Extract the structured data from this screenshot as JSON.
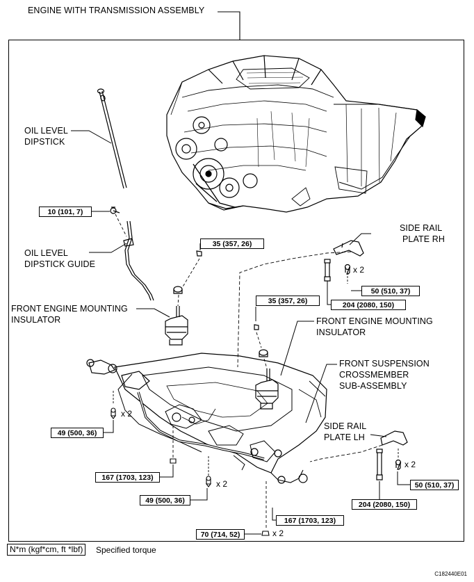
{
  "labels": {
    "engine_assembly": "ENGINE WITH TRANSMISSION ASSEMBLY",
    "oil_dipstick_1": "OIL LEVEL",
    "oil_dipstick_2": "DIPSTICK",
    "dipstick_guide_1": "OIL LEVEL",
    "dipstick_guide_2": "DIPSTICK GUIDE",
    "side_rail_rh_1": "SIDE RAIL",
    "side_rail_rh_2": "PLATE RH",
    "front_mount_left_1": "FRONT ENGINE MOUNTING",
    "front_mount_left_2": "INSULATOR",
    "front_mount_right_1": "FRONT ENGINE MOUNTING",
    "front_mount_right_2": "INSULATOR",
    "crossmember_1": "FRONT SUSPENSION",
    "crossmember_2": "CROSSMEMBER",
    "crossmember_3": "SUB-ASSEMBLY",
    "side_rail_lh_1": "SIDE RAIL",
    "side_rail_lh_2": "PLATE LH"
  },
  "torques": {
    "dipstick_guide_bolt": "10 (101, 7)",
    "left_mount_nut": "35 (357, 26)",
    "right_mount_nut": "35 (357, 26)",
    "rh_plate_bolt": "50 (510, 37)",
    "rh_plate_big_bolt": "204 (2080, 150)",
    "left_bolt_49a": "49 (500, 36)",
    "left_bolt_167": "167 (1703, 123)",
    "left_bolt_49b": "49 (500, 36)",
    "right_bolt_167": "167 (1703, 123)",
    "bottom_nut_70": "70 (714, 52)",
    "lh_plate_bolt": "50 (510, 37)",
    "lh_plate_big_bolt": "204 (2080, 150)"
  },
  "multipliers": {
    "rh_plate": "x 2",
    "left_49a": "x 2",
    "left_49b": "x 2",
    "bottom_70": "x 2",
    "lh_plate": "x 2"
  },
  "legend": {
    "unit_box": "N*m (kgf*cm, ft *lbf)",
    "text": "Specified torque"
  },
  "figure_code": "C182440E01"
}
